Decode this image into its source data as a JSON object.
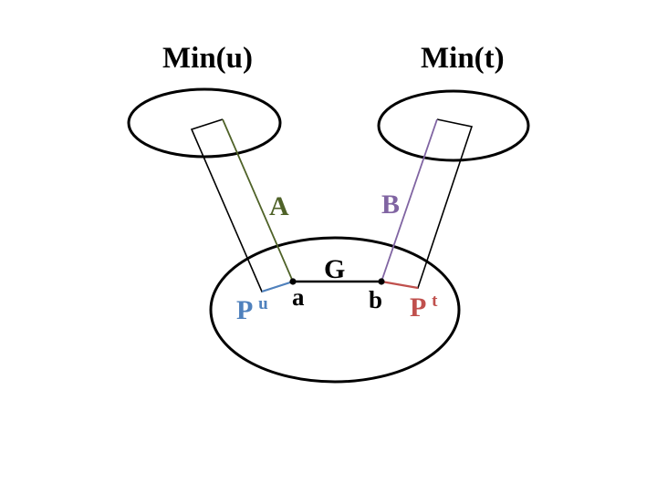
{
  "labels": {
    "min_u": "Min(u)",
    "min_t": "Min(t)",
    "a_path": "A",
    "b_path": "B",
    "g_edge": "G",
    "vertex_a": "a",
    "vertex_b": "b",
    "pu_base": "P",
    "pu_sup": "u",
    "pt_base": "P",
    "pt_sup": "t"
  },
  "colors": {
    "a_path": "#4f6228",
    "b_path": "#8064a2",
    "pu": "#4f81bd",
    "pt": "#c0504d",
    "outline": "#000000"
  }
}
